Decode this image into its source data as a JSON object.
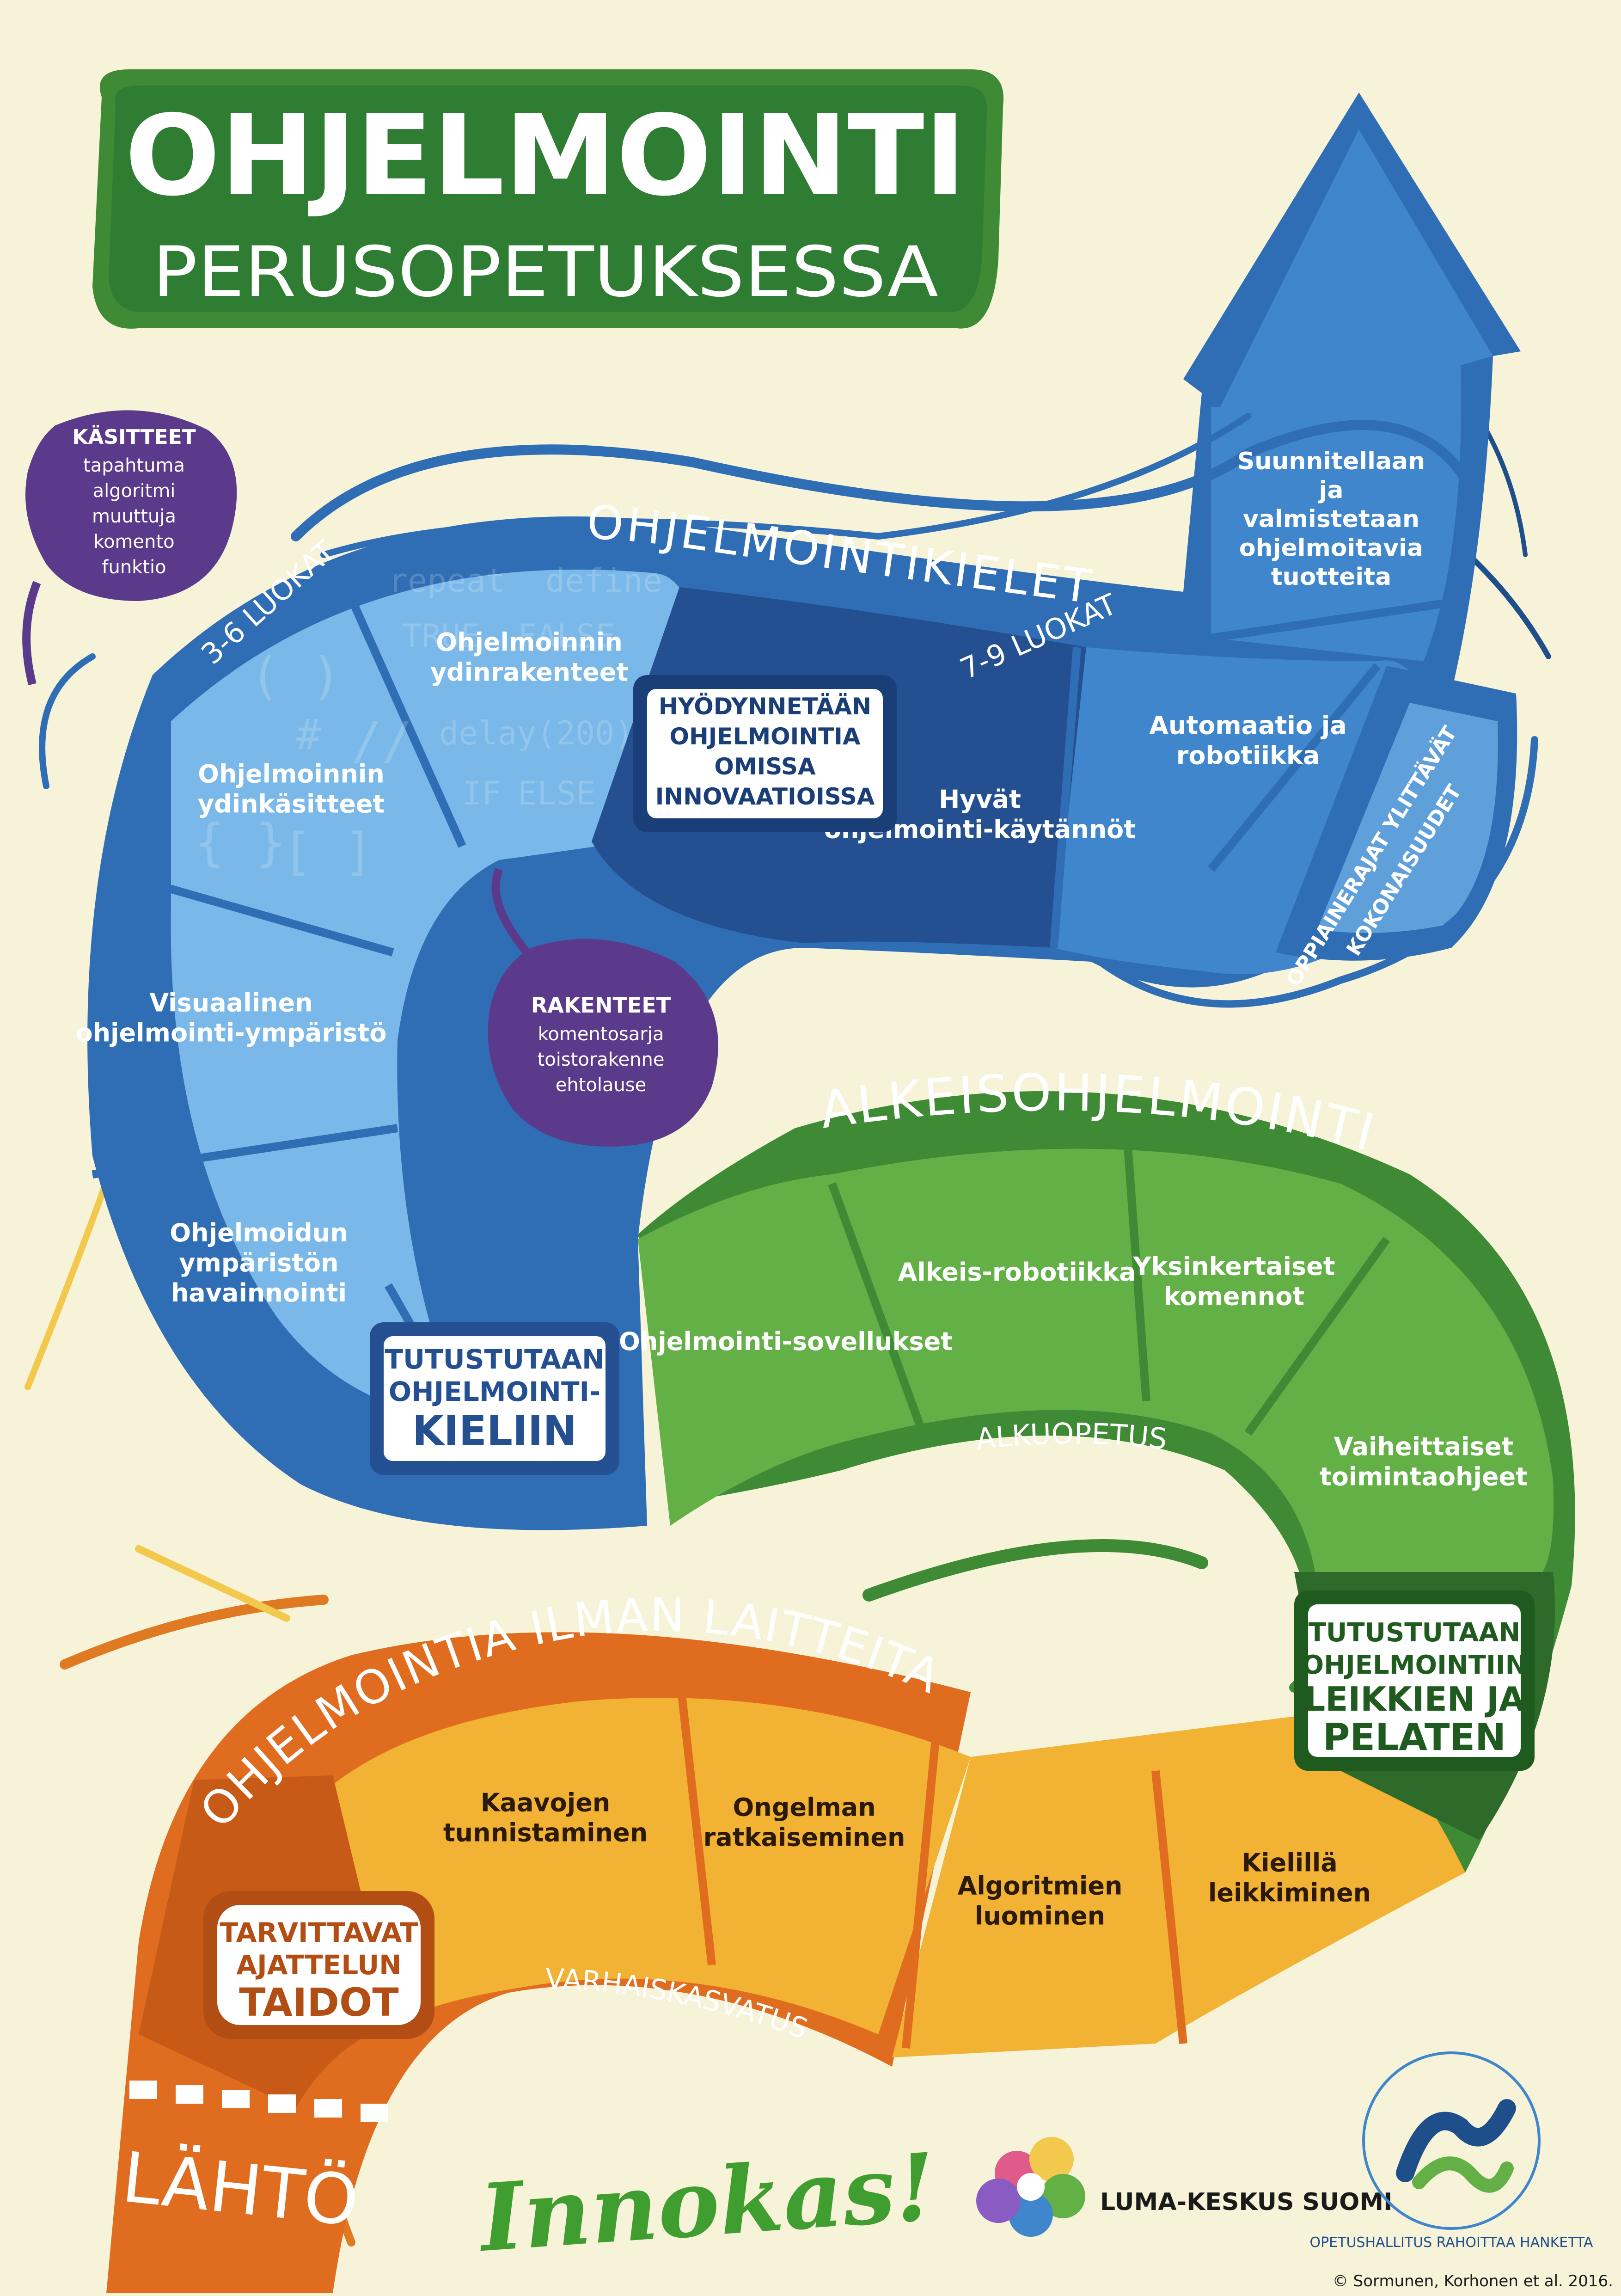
{
  "title": {
    "line1": "OHJELMOINTI",
    "line2": "PERUSOPETUKSESSA"
  },
  "colors": {
    "background": "#f7f3d9",
    "title_green": "#2e7d32",
    "blue_dark": "#1f4f8a",
    "blue_mid": "#3f86cc",
    "blue_light": "#79b8e8",
    "purple": "#5b3a8c",
    "green": "#5fae3f",
    "green_dark": "#3f8a35",
    "orange": "#e06d1f",
    "yellow": "#f6c541"
  },
  "bubbles": {
    "kasitteet": {
      "title": "KÄSITTEET",
      "items": [
        "tapahtuma",
        "algoritmi",
        "muuttuja",
        "komento",
        "funktio"
      ]
    },
    "rakenteet": {
      "title": "RAKENTEET",
      "items": [
        "komentosarja",
        "toistorakenne",
        "ehtolause"
      ]
    }
  },
  "code_words": [
    "repeat",
    "define",
    "TRUE",
    "FALSE",
    "delay(200)",
    "IF",
    "ELSE",
    "#",
    "//",
    "( )",
    "{ }",
    "[ ]"
  ],
  "blue_band": {
    "title": "OHJELMOINTIKIELET",
    "grade_3_6": "3-6 LUOKAT",
    "grade_7_9": "7-9 LUOKAT",
    "cells": [
      "Ohjelmoinnin ydinrakenteet",
      "Ohjelmoinnin ydinkäsitteet",
      "Visuaalinen ohjelmointi-ympäristö",
      "Ohjelmoidun ympäristön havainnointi",
      "Hyvät ohjelmointi-käytännöt",
      "Automaatio ja robotiikka",
      "Suunnitellaan ja valmistetaan ohjelmoitavia tuotteita"
    ],
    "badge_intro": [
      "TUTUSTUTAAN",
      "OHJELMOINTI-",
      "KIELIIN"
    ],
    "badge_innov": [
      "HYÖDYNNETÄÄN",
      "OHJELMOINTIA",
      "OMISSA",
      "INNOVAATIOISSA"
    ],
    "tip": [
      "OPPIAINERAJAT YLITTÄVÄT",
      "KOKONAISUUDET"
    ]
  },
  "green_band": {
    "title": "ALKEISOHJELMOINTIA",
    "sub": "ALKUOPETUS",
    "cells": [
      "Ohjelmointi-sovellukset",
      "Alkeis-robotiikka",
      "Yksinkertaiset komennot",
      "Vaiheittaiset toimintaohjeet"
    ],
    "badge": [
      "TUTUSTUTAAN",
      "OHJELMOINTIIN",
      "LEIKKIEN JA",
      "PELATEN"
    ]
  },
  "orange_band": {
    "title": "OHJELMOINTIA ILMAN LAITTEITA",
    "sub": "VARHAISKASVATUS",
    "cells": [
      "Kaavojen tunnistaminen",
      "Ongelman ratkaiseminen",
      "Algoritmien luominen",
      "Kielillä leikkiminen"
    ],
    "badge": [
      "TARVITTAVAT",
      "AJATTELUN",
      "TAIDOT"
    ],
    "start": "LÄHTÖ"
  },
  "footer": {
    "slogan": "Innokas!",
    "luma": "LUMA-KESKUS SUOMI",
    "seal_text": "OPETUSHALLITUS RAHOITTAA HANKETTA",
    "copyright": "© Sormunen, Korhonen et al. 2016."
  }
}
